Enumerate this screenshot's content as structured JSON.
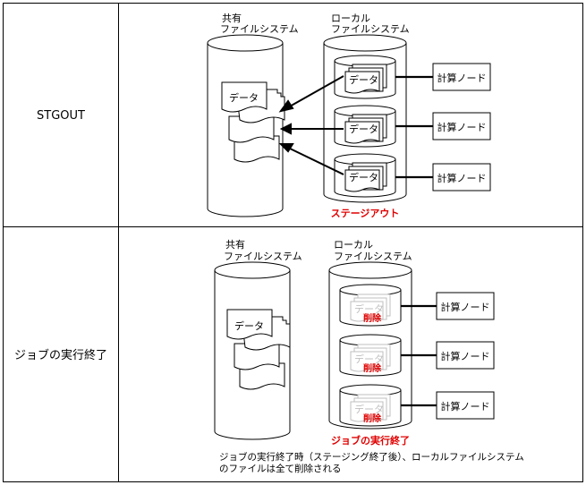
{
  "rows": [
    {
      "label": "STGOUT",
      "shared_fs_label": [
        "共有",
        "ファイルシステム"
      ],
      "local_fs_label": [
        "ローカル",
        "ファイルシステム"
      ],
      "data_label": "データ",
      "compute_nodes": [
        "計算ノード",
        "計算ノード",
        "計算ノード"
      ],
      "caption": "ステージアウト"
    },
    {
      "label": "ジョブの実行終了",
      "shared_fs_label": [
        "共有",
        "ファイルシステム"
      ],
      "local_fs_label": [
        "ローカル",
        "ファイルシステム"
      ],
      "data_label": "データ",
      "deleted_label": "削除",
      "compute_nodes": [
        "計算ノード",
        "計算ノード",
        "計算ノード"
      ],
      "caption": "ジョブの実行終了",
      "note": [
        "ジョブの実行終了時（ステージング終了後）、ローカルファイルシステム",
        "のファイルは全て削除される"
      ]
    }
  ],
  "colors": {
    "line": "#000000",
    "caption": "#e00000",
    "faded": "#bfbfbf"
  }
}
